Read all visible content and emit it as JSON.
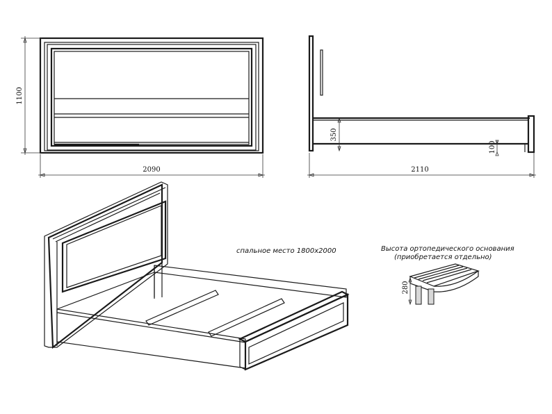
{
  "dimensions": {
    "front_width": "2090",
    "front_height": "1100",
    "side_length": "2110",
    "side_height": "350",
    "side_leg": "100",
    "base_height": "280"
  },
  "labels": {
    "sleeping_place": "спальное место 1800x2000",
    "base_title": "Высота ортопедического основания",
    "base_subtitle": "(приобретается отдельно)"
  }
}
